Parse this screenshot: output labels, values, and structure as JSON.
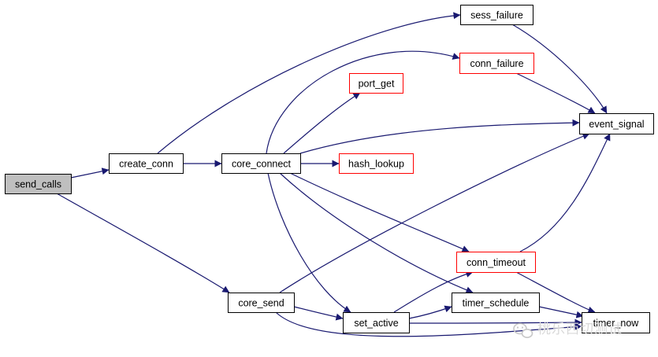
{
  "graph": {
    "nodes": [
      {
        "id": "send_calls",
        "label": "send_calls",
        "style": "root"
      },
      {
        "id": "create_conn",
        "label": "create_conn",
        "style": "normal"
      },
      {
        "id": "core_connect",
        "label": "core_connect",
        "style": "normal"
      },
      {
        "id": "core_send",
        "label": "core_send",
        "style": "normal"
      },
      {
        "id": "sess_failure",
        "label": "sess_failure",
        "style": "normal"
      },
      {
        "id": "conn_failure",
        "label": "conn_failure",
        "style": "truncated"
      },
      {
        "id": "port_get",
        "label": "port_get",
        "style": "truncated"
      },
      {
        "id": "hash_lookup",
        "label": "hash_lookup",
        "style": "truncated"
      },
      {
        "id": "event_signal",
        "label": "event_signal",
        "style": "normal"
      },
      {
        "id": "conn_timeout",
        "label": "conn_timeout",
        "style": "truncated"
      },
      {
        "id": "timer_schedule",
        "label": "timer_schedule",
        "style": "normal"
      },
      {
        "id": "set_active",
        "label": "set_active",
        "style": "normal"
      },
      {
        "id": "timer_now",
        "label": "timer_now",
        "style": "normal"
      }
    ],
    "edges": [
      {
        "from": "send_calls",
        "to": "create_conn"
      },
      {
        "from": "send_calls",
        "to": "core_send"
      },
      {
        "from": "create_conn",
        "to": "sess_failure"
      },
      {
        "from": "create_conn",
        "to": "core_connect"
      },
      {
        "from": "core_connect",
        "to": "conn_failure"
      },
      {
        "from": "core_connect",
        "to": "port_get"
      },
      {
        "from": "core_connect",
        "to": "event_signal"
      },
      {
        "from": "core_connect",
        "to": "hash_lookup"
      },
      {
        "from": "core_connect",
        "to": "conn_timeout"
      },
      {
        "from": "core_connect",
        "to": "timer_schedule"
      },
      {
        "from": "core_connect",
        "to": "set_active"
      },
      {
        "from": "sess_failure",
        "to": "event_signal"
      },
      {
        "from": "conn_failure",
        "to": "event_signal"
      },
      {
        "from": "conn_timeout",
        "to": "event_signal"
      },
      {
        "from": "conn_timeout",
        "to": "timer_now"
      },
      {
        "from": "core_send",
        "to": "event_signal"
      },
      {
        "from": "core_send",
        "to": "set_active"
      },
      {
        "from": "core_send",
        "to": "timer_now"
      },
      {
        "from": "set_active",
        "to": "conn_timeout"
      },
      {
        "from": "set_active",
        "to": "timer_schedule"
      },
      {
        "from": "set_active",
        "to": "timer_now"
      },
      {
        "from": "timer_schedule",
        "to": "timer_now"
      }
    ]
  },
  "colors": {
    "edge": "#191970",
    "node_border": "#000000",
    "truncated_border": "#ff0000",
    "root_fill": "#bfbfbf",
    "node_fill": "#ffffff"
  },
  "watermark": {
    "text": "桃乐西切测试",
    "icon": "wechat-icon"
  }
}
